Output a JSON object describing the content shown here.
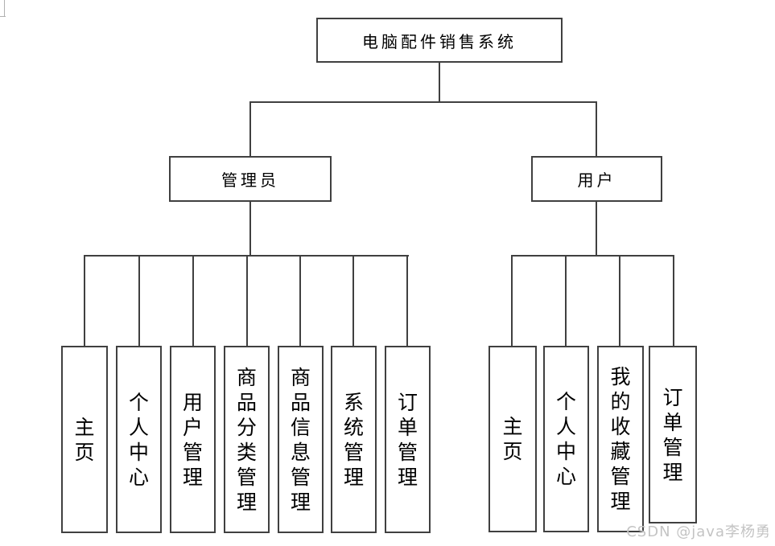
{
  "diagram": {
    "root": {
      "label": "电脑配件销售系统"
    },
    "branches": [
      {
        "label": "管理员",
        "children": [
          "主页",
          "个人中心",
          "用户管理",
          "商品分类管理",
          "商品信息管理",
          "系统管理",
          "订单管理"
        ]
      },
      {
        "label": "用户",
        "children": [
          "主页",
          "个人中心",
          "我的收藏管理",
          "订单管理"
        ]
      }
    ]
  },
  "watermark": {
    "text": "CSDN @java李杨勇"
  },
  "colors": {
    "line": "#404040",
    "box_background": "#ffffff",
    "text": "#000000",
    "watermark_text": "#c4c4c4"
  }
}
